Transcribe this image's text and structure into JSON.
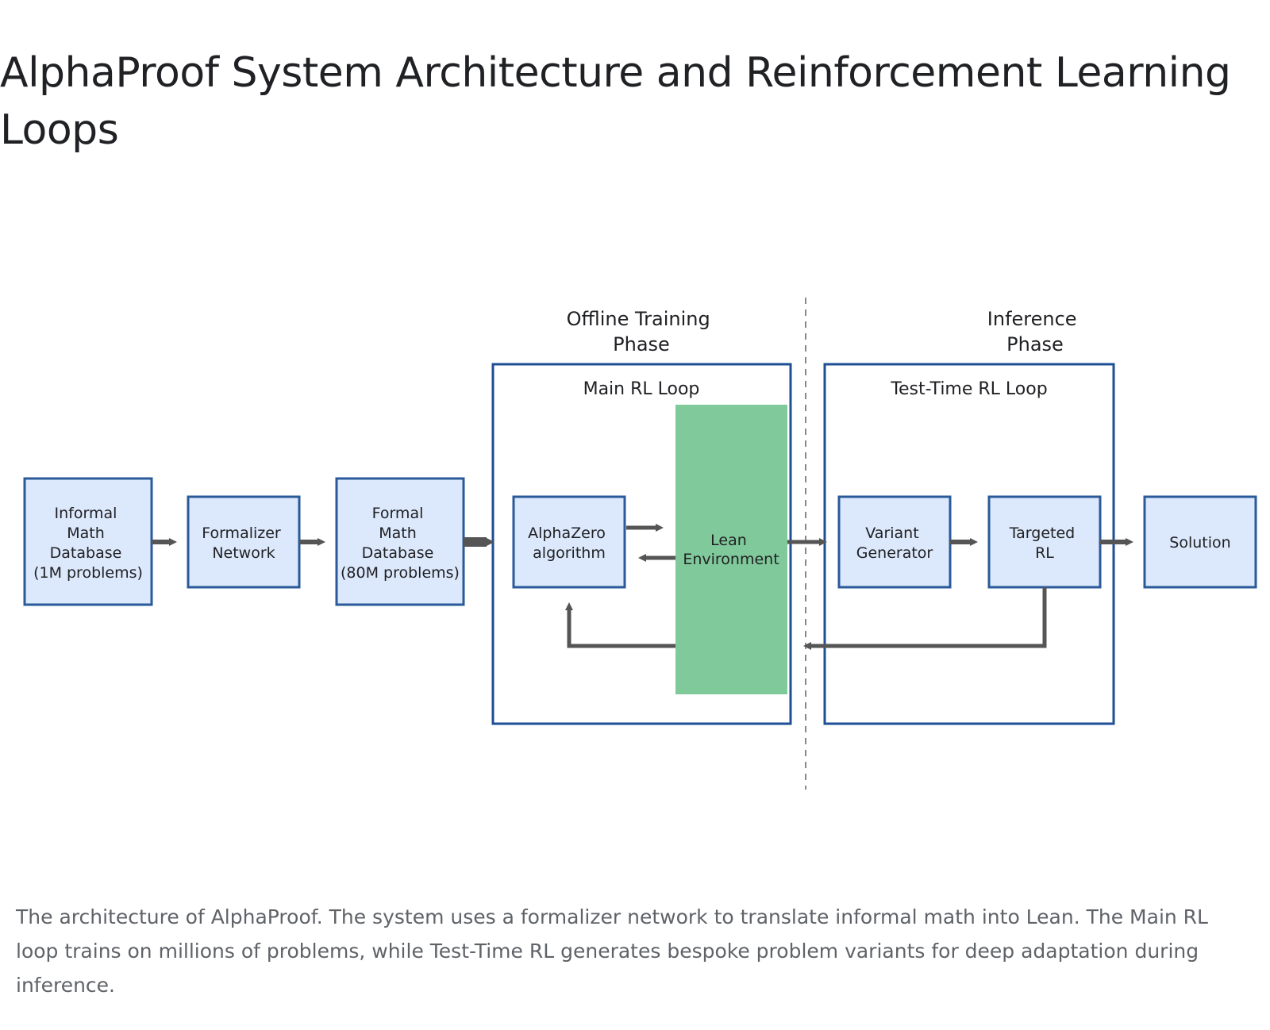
{
  "title": "AlphaProof System Architecture and Reinforcement Learning Loops",
  "phases": {
    "offline": [
      "Offline Training",
      "Phase"
    ],
    "inference": [
      "Inference",
      "Phase"
    ]
  },
  "loops": {
    "main": "Main RL Loop",
    "test_time": "Test-Time RL Loop"
  },
  "nodes": {
    "informal_db": [
      "Informal",
      "Math",
      "Database",
      "(1M problems)"
    ],
    "formalizer": [
      "Formalizer",
      "Network"
    ],
    "formal_db": [
      "Formal",
      "Math",
      "Database",
      "(80M problems)"
    ],
    "alphazero": [
      "AlphaZero",
      "algorithm"
    ],
    "lean": [
      "Lean",
      "Environment"
    ],
    "variant": [
      "Variant",
      "Generator"
    ],
    "targeted": [
      "Targeted",
      "RL"
    ],
    "solution": [
      "Solution"
    ]
  },
  "colors": {
    "box_fill": "#dce8fb",
    "box_stroke": "#2a5a9a",
    "container_stroke": "#1e4f94",
    "lean_fill": "#80c99a",
    "arrow": "#555555",
    "divider": "#888888"
  },
  "caption": "The architecture of AlphaProof. The system uses a formalizer network to translate informal math into Lean. The Main RL loop trains on millions of problems, while Test-Time RL generates bespoke problem variants for deep adaptation during inference."
}
